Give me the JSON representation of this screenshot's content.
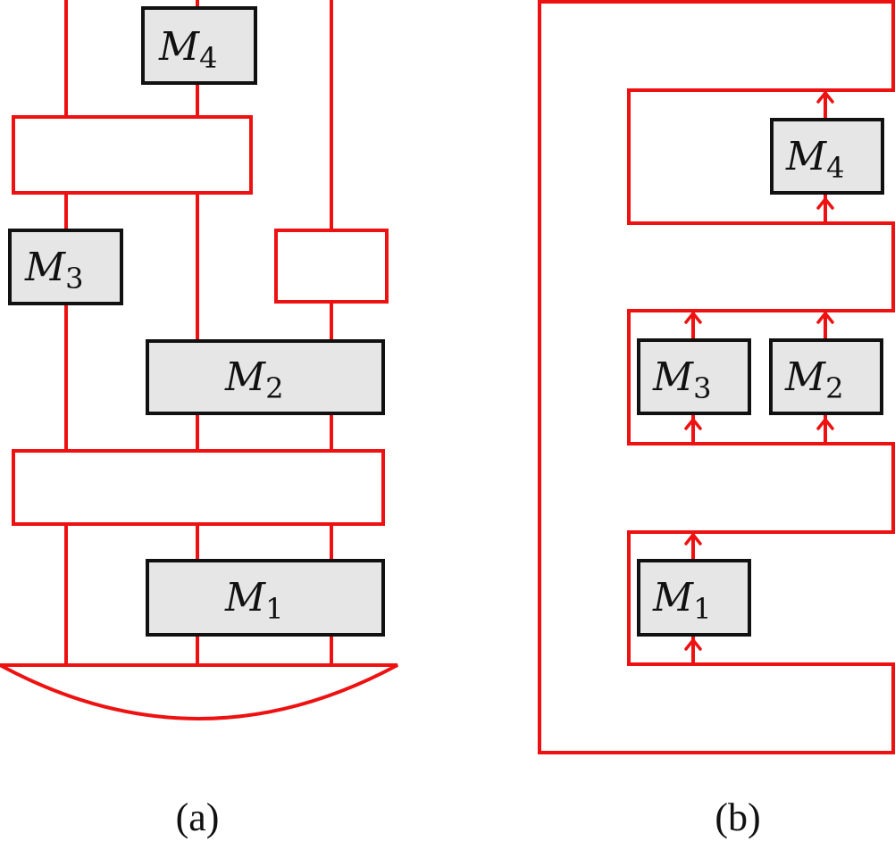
{
  "panel_a": {
    "caption": "(a)",
    "operators": [
      {
        "id": "m4",
        "letter": "M",
        "sub": "4"
      },
      {
        "id": "m3",
        "letter": "M",
        "sub": "3"
      },
      {
        "id": "m2",
        "letter": "M",
        "sub": "2"
      },
      {
        "id": "m1",
        "letter": "M",
        "sub": "1"
      }
    ]
  },
  "panel_b": {
    "caption": "(b)",
    "operators": [
      {
        "id": "m4",
        "letter": "M",
        "sub": "4"
      },
      {
        "id": "m3",
        "letter": "M",
        "sub": "3"
      },
      {
        "id": "m2",
        "letter": "M",
        "sub": "2"
      },
      {
        "id": "m1",
        "letter": "M",
        "sub": "1"
      }
    ]
  },
  "colors": {
    "wire": "#ee1111",
    "operator_fill": "#e6e6e6",
    "operator_border": "#111111"
  }
}
